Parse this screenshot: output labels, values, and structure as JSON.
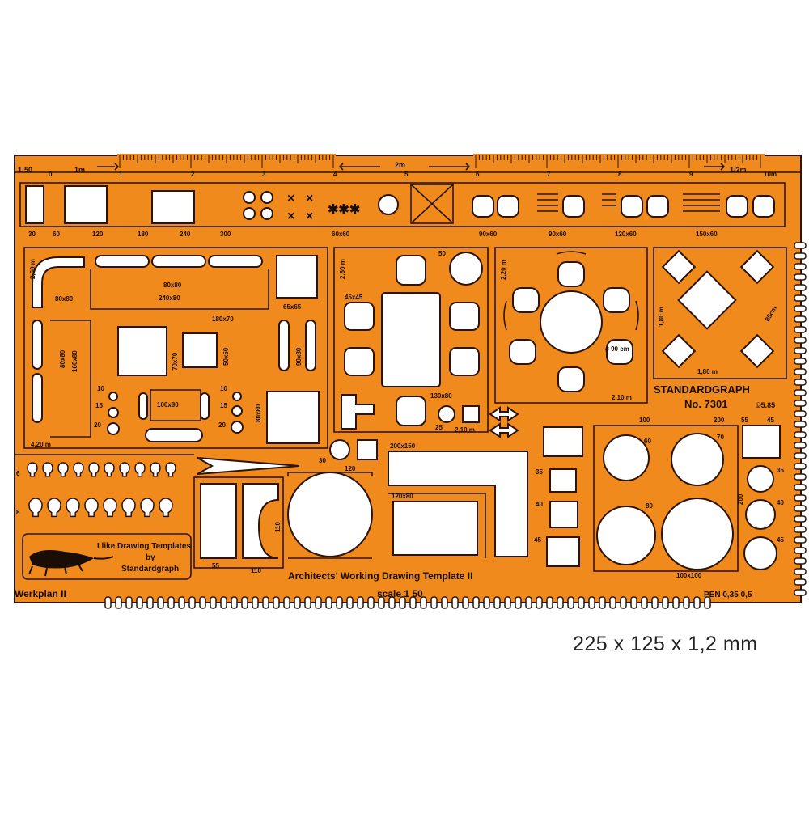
{
  "template": {
    "brand": "STANDARDGRAPH",
    "model": "No. 7301",
    "copyright": "©5.85",
    "scale_mark": "1:50",
    "werkplan": "Werkplan II",
    "title": "Architects' Working Drawing Template II",
    "scale_text": "scale 1 50",
    "pen": "PEN 0,35 0,5",
    "slogan": [
      "I like Drawing Templates",
      "by",
      "Standardgraph"
    ],
    "ruler": {
      "labels": [
        "0",
        "1m",
        "1",
        "2",
        "3",
        "4",
        "2m",
        "5",
        "6",
        "7",
        "8",
        "9",
        "1/2m",
        "10m"
      ]
    },
    "top_row_dims": [
      "30",
      "60",
      "120",
      "180",
      "240",
      "300",
      "60x60",
      "90x60",
      "90x60",
      "120x60",
      "150x60"
    ],
    "living_dims": [
      "2,60 m",
      "80x80",
      "80x80",
      "240x80",
      "80x80",
      "160x80",
      "180x70",
      "70x70",
      "50x50",
      "65x65",
      "90x80",
      "100x80",
      "80x80",
      "4,20 m",
      "10",
      "15",
      "20",
      "10",
      "15",
      "20"
    ],
    "dining_dims": [
      "2,60 m",
      "45x45",
      "50",
      "130x80",
      "25",
      "2,10 m"
    ],
    "round_table_dims": [
      "2,20 m",
      "ø 90 cm",
      "2,10 m"
    ],
    "square_table_dims": [
      "1,80 m",
      "85cm",
      "1,80 m"
    ],
    "bath_dims": [
      "200x150",
      "120",
      "30",
      "120x80",
      "35",
      "40",
      "45",
      "100",
      "200",
      "55",
      "45",
      "60",
      "70",
      "80",
      "100x100",
      "200",
      "35",
      "40",
      "45"
    ],
    "tree_rows": [
      "6",
      "8"
    ],
    "lower_dims": [
      "55",
      "110",
      "110"
    ],
    "colors": {
      "plate": "#f08a1d",
      "edge": "#2a1408",
      "hole": "#ffffff"
    },
    "icon": "crocodile-icon"
  },
  "caption": "225 x 125 x 1,2 mm"
}
